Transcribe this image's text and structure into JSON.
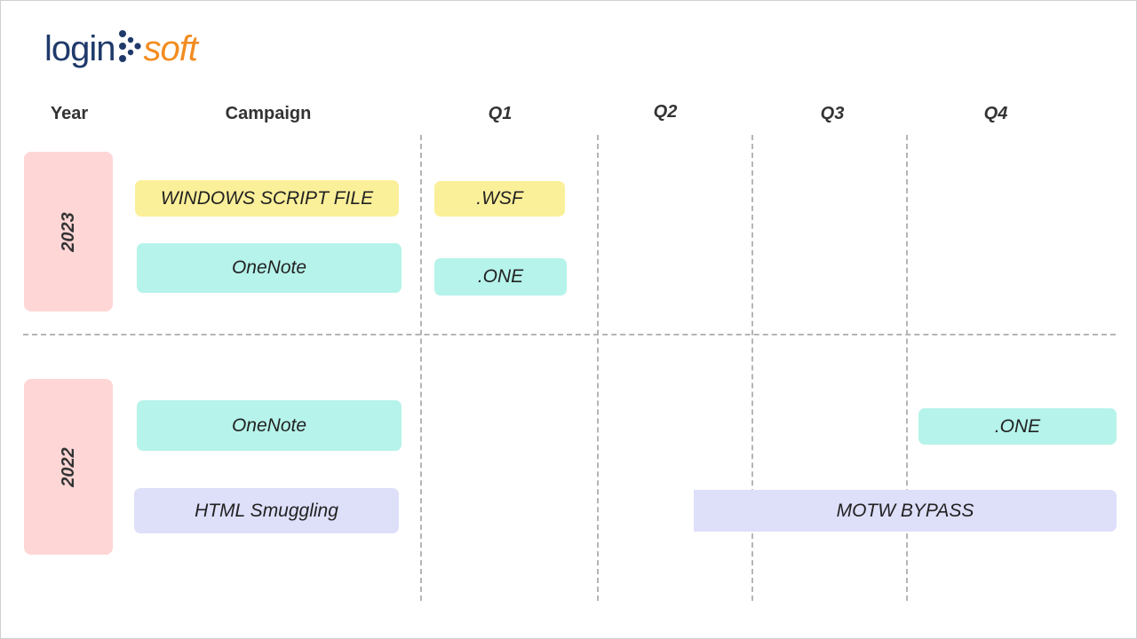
{
  "logo": {
    "part1": "login",
    "part2": "soft",
    "colors": {
      "login": "#1f3a6a",
      "soft": "#f28c1f"
    }
  },
  "headers": {
    "year": "Year",
    "campaign": "Campaign",
    "q1": "Q1",
    "q2": "Q2",
    "q3": "Q3",
    "q4": "Q4"
  },
  "years": {
    "y2023": "2023",
    "y2022": "2022"
  },
  "rows": {
    "r2023_1": {
      "campaign": "WINDOWS SCRIPT FILE",
      "marker": ".WSF",
      "quarter": "Q1"
    },
    "r2023_2": {
      "campaign": "OneNote",
      "marker": ".ONE",
      "quarter": "Q1"
    },
    "r2022_1": {
      "campaign": "OneNote",
      "marker": ".ONE",
      "quarter": "Q4"
    },
    "r2022_2": {
      "campaign": "HTML Smuggling",
      "marker": "MOTW BYPASS",
      "quarter_span": "Q2-Q4"
    }
  },
  "colors": {
    "year": "#ffd6d6",
    "wsf": "#fbf09a",
    "onenote": "#b6f3ea",
    "html": "#dedff9"
  }
}
